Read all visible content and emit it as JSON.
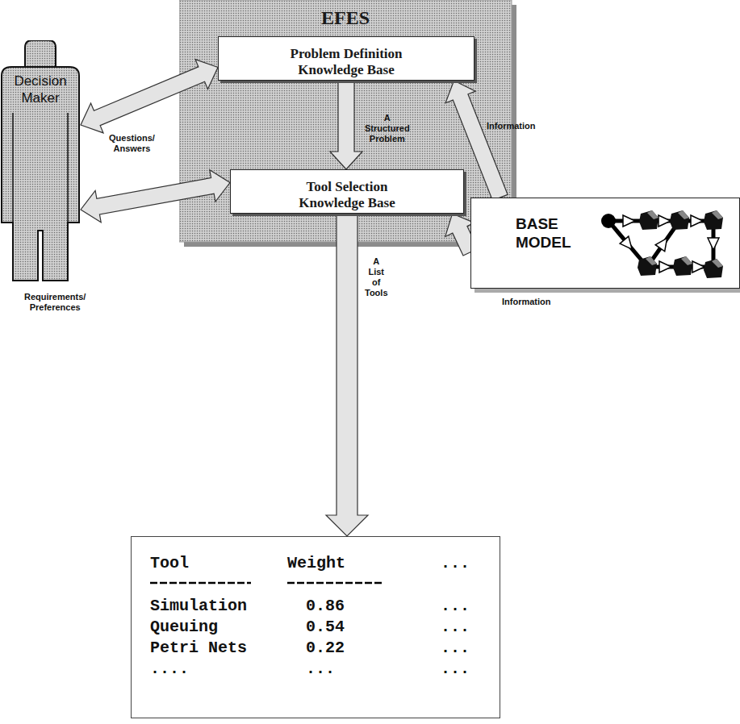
{
  "diagram": {
    "nodes": [
      {
        "text": [
          "EFES"
        ]
      },
      {
        "text": [
          "Problem Definition Knowledge Base"
        ],
        "in": 0
      },
      {
        "text": [
          "Tool Selection Knowledge Base"
        ],
        "in": 0
      },
      {
        "text": [
          "Decision Maker"
        ]
      },
      {
        "text": [
          "BASE MODEL"
        ]
      },
      {
        "text": [
          "Tool",
          "Weight",
          "...",
          "Simulation",
          "0.86",
          "...",
          "Queuing",
          "0.54",
          "...",
          "Petri Nets",
          "0.22",
          "...",
          "....",
          "...",
          "..."
        ]
      }
    ],
    "edges": [
      {
        "from": 3,
        "to": 1,
        "arrow": "both",
        "label": "Questions/ Answers"
      },
      {
        "from": 4,
        "to": 1,
        "arrow": "to",
        "label": "Information"
      },
      {
        "from": 1,
        "to": 2,
        "arrow": "to",
        "label": "A Structured Problem"
      },
      {
        "from": 3,
        "to": 2,
        "arrow": "both",
        "label": "Requirements/ Preferences"
      },
      {
        "from": 4,
        "to": 2,
        "arrow": "to",
        "label": "Information"
      },
      {
        "from": 2,
        "to": 5,
        "arrow": "to",
        "label": "A List of Tools"
      }
    ]
  }
}
